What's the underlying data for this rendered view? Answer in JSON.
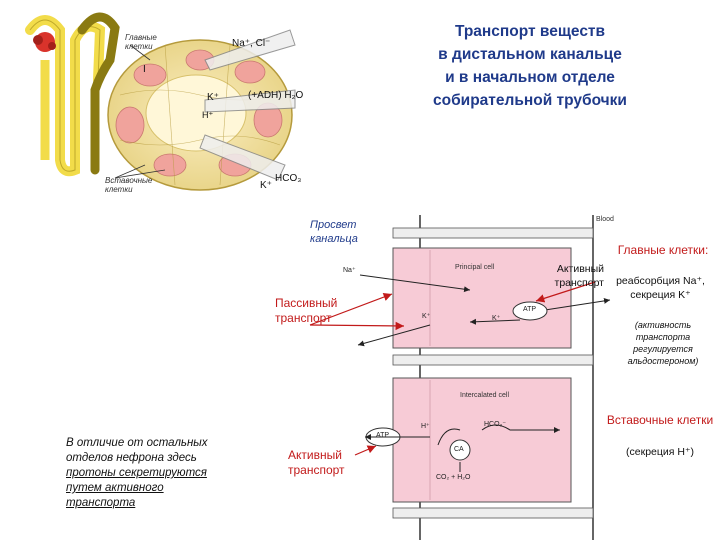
{
  "title": {
    "line1": "Транспорт веществ",
    "line2": "в дистальном канальце",
    "line3": "и в начальном отделе",
    "line4": "собирательной трубочки"
  },
  "top_diagram": {
    "principal_cells_label": "Главные клетки",
    "intercalated_cells_label": "Вставочные клетки",
    "ion_na_cl": "Na⁺, Cl⁻",
    "ion_k": "K⁺",
    "ion_adh_water": "(+ADH) H₂O",
    "ion_h": "H⁺",
    "ion_hco3": "HCO₃",
    "ion_k2": "K⁺",
    "marker_i": "I"
  },
  "bottom_diagram": {
    "lumen_label": "Просвет канальца",
    "blood_label": "Blood",
    "principal_cell": "Principal cell",
    "intercalated_cell": "Intercalated cell",
    "na": "Na⁺",
    "k_left": "K⁺",
    "k_right": "K⁺",
    "atp_top": "ATP",
    "atp_bottom": "ATP",
    "h": "H⁺",
    "hco3": "HCO₃⁻",
    "ca": "CA",
    "co2_h2o": "CO₂ + H₂O"
  },
  "annotations": {
    "passive_transport": "Пассивный транспорт",
    "active_transport_top": "Активный транспорт",
    "active_transport_bottom": "Активный транспорт",
    "principal_heading": "Главные клетки:",
    "principal_desc1": "реабсорбция Na⁺,",
    "principal_desc2": "секреция K⁺",
    "principal_note": "(активность транспорта регулируется альдостероном)",
    "intercalated_heading": "Вставочные клетки",
    "intercalated_desc": "(секреция H⁺)",
    "note_line1": "В отличие от остальных",
    "note_line2": "отделов нефрона здесь",
    "note_line3": "протоны секретируются",
    "note_line4": "путем активного",
    "note_line5": "транспорта"
  },
  "colors": {
    "title_blue": "#1f3a8a",
    "cell_pink": "#f7cbd6",
    "tubule_olive": "#8a7a12",
    "tubule_yellow": "#f2dc4a",
    "glomerulus_red": "#d9332b",
    "accent_red": "#c21a1a"
  }
}
